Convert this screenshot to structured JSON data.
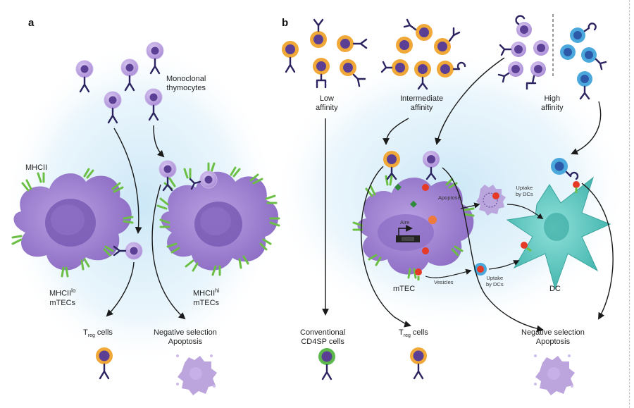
{
  "panels": {
    "a": "a",
    "b": "b"
  },
  "panel_a": {
    "monoclonal": "Monoclonal",
    "thymocytes": "thymocytes",
    "mhcii": "MHCII",
    "mhcii_lo_base": "MHCII",
    "mhcii_lo_sup": "lo",
    "mtecs_lo": "mTECs",
    "mhcii_hi_base": "MHCII",
    "mhcii_hi_sup": "hi",
    "mtecs_hi": "mTECs",
    "treg_base": "T",
    "treg_sub": "reg",
    "treg_rest": " cells",
    "neg_sel": "Negative selection",
    "apoptosis": "Apoptosis"
  },
  "panel_b": {
    "low1": "Low",
    "low2": "affinity",
    "inter1": "Intermediate",
    "inter2": "affinity",
    "high1": "High",
    "high2": "affinity",
    "aire": "Aire",
    "mtec": "mTEC",
    "apoptosis_small": "Apoptosis",
    "vesicles": "Vesicles",
    "uptake1a": "Uptake",
    "uptake1b": "by DCs",
    "uptake2a": "Uptake",
    "uptake2b": "by DCs",
    "dc": "DC",
    "conv1": "Conventional",
    "conv2": "CD4SP cells",
    "treg_base": "T",
    "treg_sub": "reg",
    "treg_rest": " cells",
    "neg_sel": "Negative selection",
    "apoptosis": "Apoptosis"
  },
  "colors": {
    "purple_cell": "#b59ad8",
    "purple_nucleus": "#5b3f95",
    "orange_ring": "#f0a838",
    "blue_ring": "#4aa8dd",
    "green_ring": "#5cb84a",
    "tcr": "#2b2460",
    "mhcii": "#6cbf45",
    "mtec_body": "#9b7fcc",
    "dc_body": "#5ac8c0",
    "antigen": "#e53a26",
    "glow": "#d8eef9"
  },
  "icons": [
    "thymocyte-cell-icon",
    "tcr-receptor-icon",
    "mtec-cell-icon",
    "dc-cell-icon",
    "apoptotic-cell-icon",
    "arrow-icon"
  ]
}
